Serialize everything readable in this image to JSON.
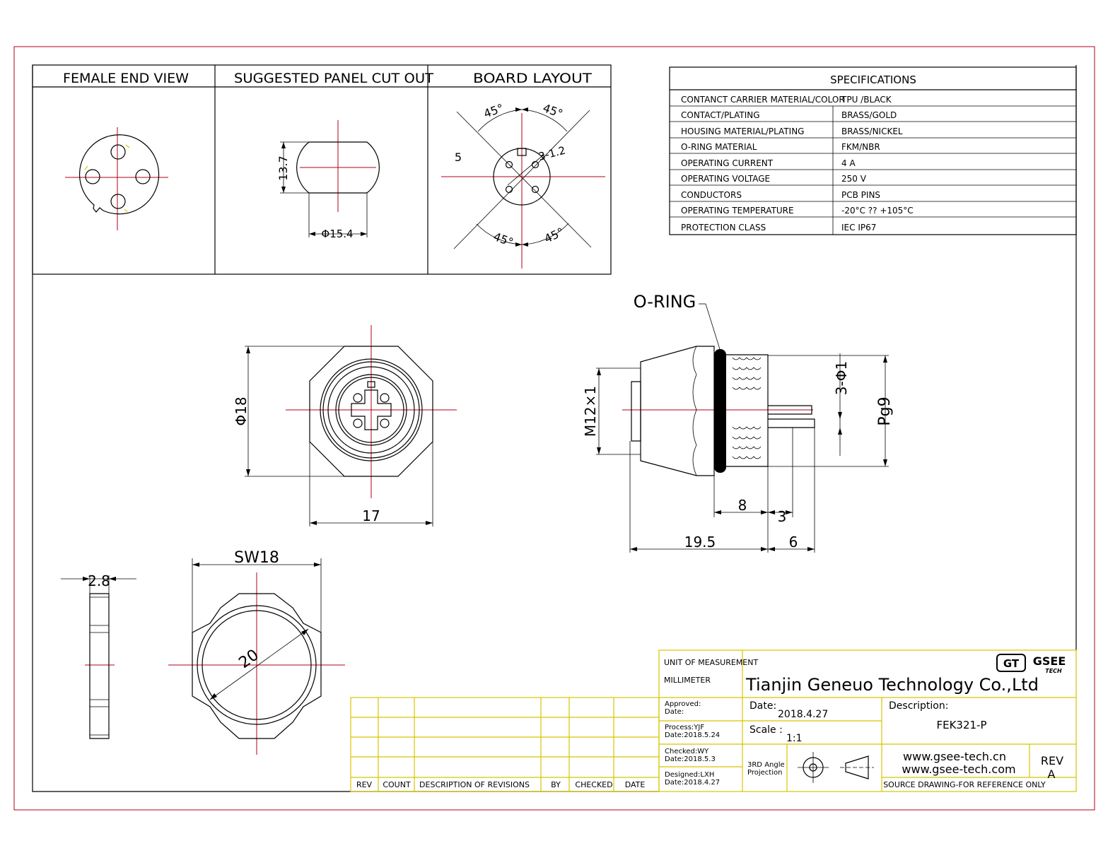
{
  "views": {
    "female_end_view": "FEMALE END VIEW",
    "panel_cut_out": "SUGGESTED PANEL CUT OUT",
    "board_layout": "BOARD  LAYOUT"
  },
  "specifications": {
    "title": "SPECIFICATIONS",
    "rows": [
      {
        "label": "CONTANCT CARRIER MATERIAL/COLOR",
        "value": "TPU /BLACK"
      },
      {
        "label": "CONTACT/PLATING",
        "value": "BRASS/GOLD"
      },
      {
        "label": "HOUSING MATERIAL/PLATING",
        "value": "BRASS/NICKEL"
      },
      {
        "label": "O-RING  MATERIAL",
        "value": "FKM/NBR"
      },
      {
        "label": "OPERATING CURRENT",
        "value": "4  A"
      },
      {
        "label": "OPERATING VOLTAGE",
        "value": "250  V"
      },
      {
        "label": "CONDUCTORS",
        "value": "PCB PINS"
      },
      {
        "label": "OPERATING TEMPERATURE",
        "value": "-20°C ?? +105°C"
      },
      {
        "label": "PROTECTION CLASS",
        "value": "IEC  IP67"
      }
    ]
  },
  "dimensions": {
    "cutout_height": "13.7",
    "cutout_dia": "Φ15.4",
    "angle_1": "45°",
    "angle_2": "45°",
    "angle_3": "45°",
    "angle_4": "45°",
    "board_left": "5",
    "board_holes": "3-1.2",
    "front_dia": "Φ18",
    "front_width": "17",
    "thread": "M12×1",
    "pin_holes": "3-Φ1",
    "pg": "Pg9",
    "len_8": "8",
    "len_3": "3",
    "len_19_5": "19.5",
    "len_6": "6",
    "nut_thk": "2.8",
    "nut_sw": "SW18",
    "nut_dia": "20",
    "oring": "O-RING"
  },
  "revisions_header": {
    "rev": "REV",
    "count": "COUNT",
    "description": "DESCRIPTION  OF  REVISIONS",
    "by": "BY",
    "checked": "CHECKED",
    "date": "DATE"
  },
  "title_block": {
    "unit_label": "UNIT OF MEASUREMENT",
    "unit_value": "MILLIMETER",
    "company": "Tianjin Geneuo Technology Co.,Ltd",
    "logo_text": "GSEE",
    "logo_sub": "TECH",
    "logo_badge": "GT",
    "approved": "Approved:",
    "approved_date": "Date:",
    "process": "Process:YJF",
    "process_date": "Date:2018.5.24",
    "checked": "Checked:WY",
    "checked_date": "Date:2018.5.3",
    "designed": "Designed:LXH",
    "designed_date": "Date:2018.4.27",
    "date_label": "Date:",
    "date_value": "2018.4.27",
    "scale_label": "Scale :",
    "scale_value": "1:1",
    "projection_1": "3RD Angle",
    "projection_2": "Projection",
    "description_label": "Description:",
    "description_value": "FEK321-P",
    "website_1": "www.gsee-tech.cn",
    "website_2": "www.gsee-tech.com",
    "rev_label": "REV",
    "rev_value": "A",
    "source_note": "SOURCE DRAWING-FOR REFERENCE ONLY"
  },
  "colors": {
    "border": "#b0001a",
    "centerline": "#b0001a",
    "title_block": "#d8c400",
    "ink": "#000000"
  }
}
